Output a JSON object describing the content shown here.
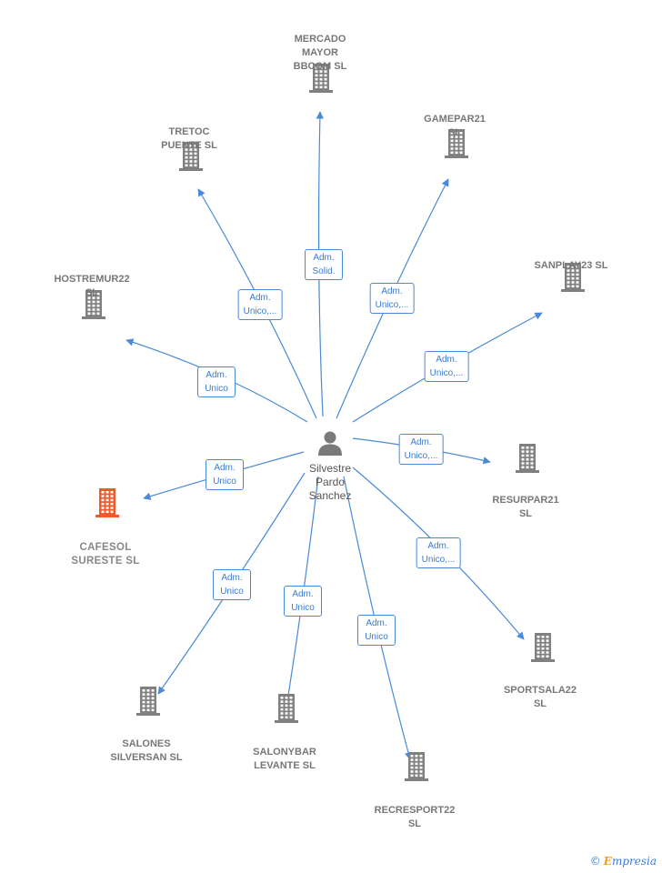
{
  "center": {
    "name": "Silvestre\nPardo\nSanchez",
    "icon": "person-icon"
  },
  "colors": {
    "edge": "#4a8ad8",
    "building": "#808080",
    "highlight": "#f05a28"
  },
  "companies": [
    {
      "id": "mercado",
      "name": "MERCADO\nMAYOR\nBBCOM  SL",
      "role": "Adm.\nSolid.",
      "highlight": false
    },
    {
      "id": "gamepar21",
      "name": "GAMEPAR21\nSL",
      "role": "Adm.\nUnico,...",
      "highlight": false
    },
    {
      "id": "tretoc",
      "name": "TRETOC\nPUENTE  SL",
      "role": "Adm.\nUnico,...",
      "highlight": false
    },
    {
      "id": "sanplay23",
      "name": "SANPLAY23  SL",
      "role": "Adm.\nUnico,...",
      "highlight": false
    },
    {
      "id": "hostremur22",
      "name": "HOSTREMUR22\nSL",
      "role": "Adm.\nUnico",
      "highlight": false
    },
    {
      "id": "resurpar21",
      "name": "RESURPAR21\nSL",
      "role": "Adm.\nUnico,...",
      "highlight": false
    },
    {
      "id": "cafesol",
      "name": "CAFESOL\nSURESTE  SL",
      "role": "Adm.\nUnico",
      "highlight": true
    },
    {
      "id": "sportsala22",
      "name": "SPORTSALA22\nSL",
      "role": "Adm.\nUnico,...",
      "highlight": false
    },
    {
      "id": "salones",
      "name": "SALONES\nSILVERSAN  SL",
      "role": "Adm.\nUnico",
      "highlight": false
    },
    {
      "id": "salonybar",
      "name": "SALONYBAR\nLEVANTE  SL",
      "role": "Adm.\nUnico",
      "highlight": false
    },
    {
      "id": "recresport22",
      "name": "RECRESPORT22\nSL",
      "role": "Adm.\nUnico",
      "highlight": false
    }
  ],
  "watermark": {
    "symbol": "©",
    "brand_initial": "E",
    "brand_rest": "mpresia"
  }
}
